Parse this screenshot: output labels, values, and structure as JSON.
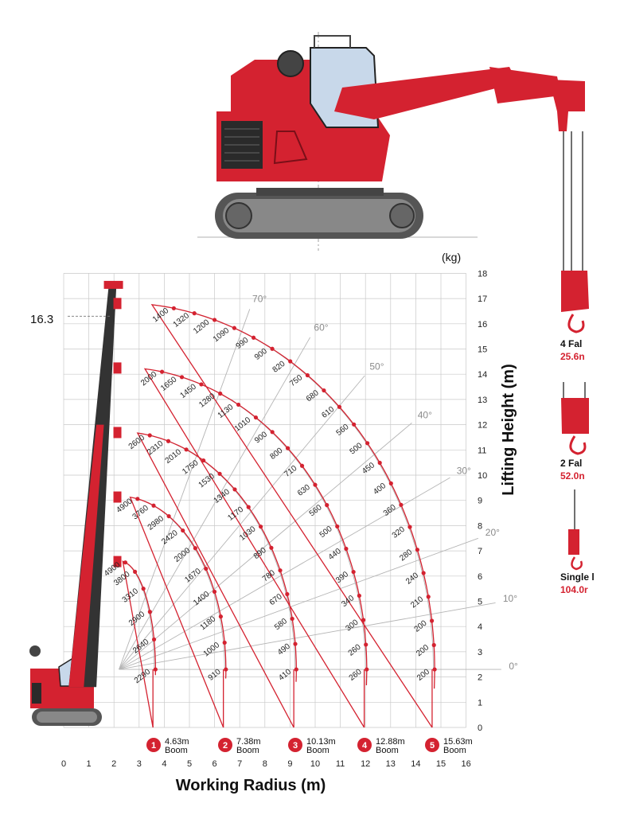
{
  "unit_label": "(kg)",
  "max_height_marker": "16.3",
  "colors": {
    "accent": "#d42230",
    "grid": "#c9c9c9",
    "arc": "#b5b5b5",
    "text": "#222222"
  },
  "chart_data": {
    "type": "load_chart",
    "xlabel": "Working Radius (m)",
    "ylabel": "Lifting Height (m)",
    "xlim": [
      0,
      16
    ],
    "ylim": [
      0,
      18
    ],
    "x_ticks": [
      "0",
      "1",
      "2",
      "3",
      "4",
      "5",
      "6",
      "7",
      "8",
      "9",
      "10",
      "11",
      "12",
      "13",
      "14",
      "15",
      "16"
    ],
    "y_ticks": [
      "0",
      "1",
      "2",
      "3",
      "4",
      "5",
      "6",
      "7",
      "8",
      "9",
      "10",
      "11",
      "12",
      "13",
      "14",
      "15",
      "16",
      "17",
      "18"
    ],
    "angle_labels": [
      "0°",
      "10°",
      "20°",
      "30°",
      "40°",
      "50°",
      "60°",
      "70°"
    ],
    "booms": [
      {
        "num": "1",
        "length": "4.63m",
        "label": "Boom",
        "loads": [
          "4900",
          "3800",
          "3310",
          "2900",
          "2640",
          "2290"
        ]
      },
      {
        "num": "2",
        "length": "7.38m",
        "label": "Boom",
        "loads": [
          "4900",
          "3760",
          "2980",
          "2420",
          "2000",
          "1670",
          "1400",
          "1180",
          "1000",
          "910"
        ]
      },
      {
        "num": "3",
        "length": "10.13m",
        "label": "Boom",
        "loads": [
          "2600",
          "2310",
          "2010",
          "1750",
          "1530",
          "1340",
          "1170",
          "1030",
          "890",
          "780",
          "670",
          "580",
          "490",
          "410"
        ]
      },
      {
        "num": "4",
        "length": "12.88m",
        "label": "Boom",
        "loads": [
          "2000",
          "1650",
          "1450",
          "1280",
          "1130",
          "1010",
          "900",
          "800",
          "710",
          "630",
          "560",
          "500",
          "440",
          "390",
          "340",
          "300",
          "260",
          "260"
        ]
      },
      {
        "num": "5",
        "length": "15.63m",
        "label": "Boom",
        "loads": [
          "1400",
          "1320",
          "1200",
          "1090",
          "990",
          "900",
          "820",
          "750",
          "680",
          "610",
          "560",
          "500",
          "450",
          "400",
          "360",
          "320",
          "280",
          "240",
          "210",
          "200",
          "200",
          "200"
        ]
      }
    ]
  },
  "falls": [
    {
      "label": "4 Fal",
      "load": "25.6n"
    },
    {
      "label": "2 Fal",
      "load": "52.0n"
    },
    {
      "label": "Single l",
      "load": "104.0r"
    }
  ]
}
